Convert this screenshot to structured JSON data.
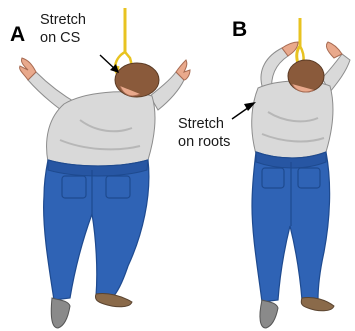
{
  "figure": {
    "panels": [
      {
        "letter": "A",
        "annotation_line1": "Stretch",
        "annotation_line2": "on CS"
      },
      {
        "letter": "B",
        "annotation_line1": "Stretch",
        "annotation_line2": "on roots"
      }
    ]
  },
  "colors": {
    "background": "#ffffff",
    "shirt": "#d9d9d9",
    "shirt_shadow": "#b7b7b7",
    "jeans": "#2f63b5",
    "jeans_dark": "#1e4a8f",
    "skin": "#e9a98c",
    "hair": "#8a5a3b",
    "rope": "#e8c321",
    "shoe": "#8a6a4a",
    "arrow": "#000000"
  }
}
